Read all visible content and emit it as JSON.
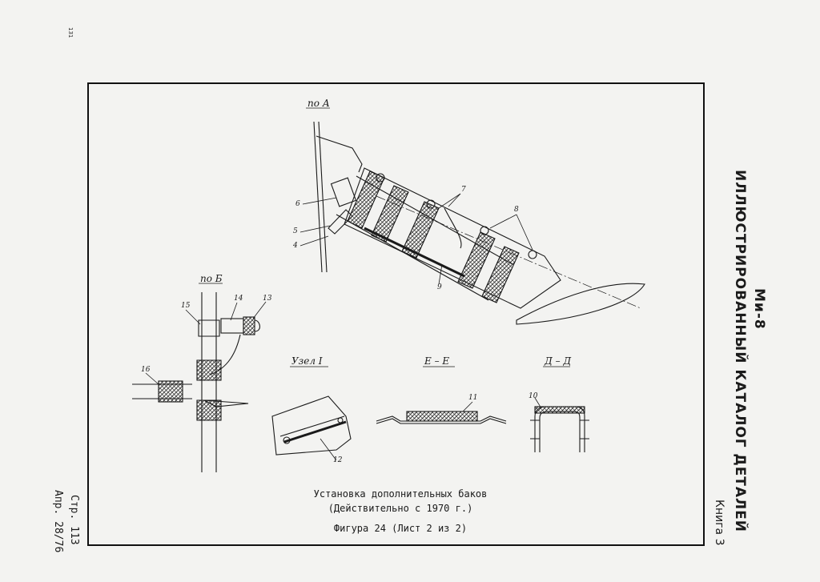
{
  "page_number": "131",
  "header": {
    "model": "Ми-8",
    "catalog_title": "ИЛЛЮСТРИРОВАННЫЙ КАТАЛОГ ДЕТАЛЕЙ",
    "book": "Книга 3"
  },
  "footer": {
    "page_ref": "Стр. 113",
    "amendment": "Апр. 28/76"
  },
  "caption": {
    "line1": "Установка дополнительных баков",
    "line2": "(Действительно с 1970 г.)",
    "figure": "Фигура 24 (Лист 2 из 2)"
  },
  "views": {
    "view_a": "по А",
    "view_b": "по Б",
    "node_1": "Узел I",
    "section_e": "Е – Е",
    "section_d": "Д – Д"
  },
  "callouts": {
    "c4": "4",
    "c5": "5",
    "c6": "6",
    "c7": "7",
    "c8": "8",
    "c9": "9",
    "c10": "10",
    "c11": "11",
    "c12": "12",
    "c13": "13",
    "c14": "14",
    "c15": "15",
    "c16": "16"
  }
}
